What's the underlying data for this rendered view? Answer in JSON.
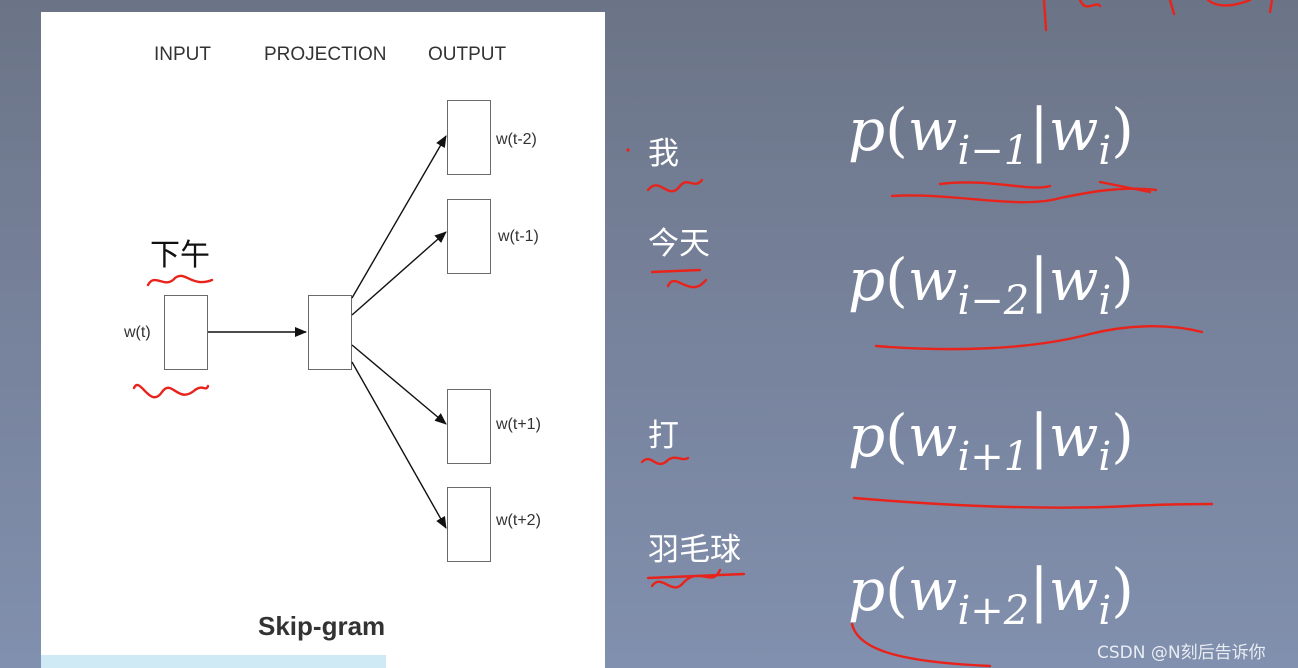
{
  "diagram": {
    "headers": {
      "input": "INPUT",
      "projection": "PROJECTION",
      "output": "OUTPUT"
    },
    "input_label": "w(t)",
    "outputs": [
      {
        "label": "w(t-2)"
      },
      {
        "label": "w(t-1)"
      },
      {
        "label": "w(t+1)"
      },
      {
        "label": "w(t+2)"
      }
    ],
    "title": "Skip-gram",
    "input_word": "下午"
  },
  "context_words": [
    "我",
    "今天",
    "打",
    "羽毛球"
  ],
  "formulas": [
    {
      "p": "p",
      "w1": "w",
      "sub1": "i−1",
      "w2": "w",
      "sub2": "i"
    },
    {
      "p": "p",
      "w1": "w",
      "sub1": "i−2",
      "w2": "w",
      "sub2": "i"
    },
    {
      "p": "p",
      "w1": "w",
      "sub1": "i+1",
      "w2": "w",
      "sub2": "i"
    },
    {
      "p": "p",
      "w1": "w",
      "sub1": "i+2",
      "w2": "w",
      "sub2": "i"
    }
  ],
  "watermark": "CSDN @N刻后告诉你",
  "colors": {
    "annotation": "#e8231b",
    "arrow": "#111111",
    "box_border": "#6a6a6a"
  }
}
